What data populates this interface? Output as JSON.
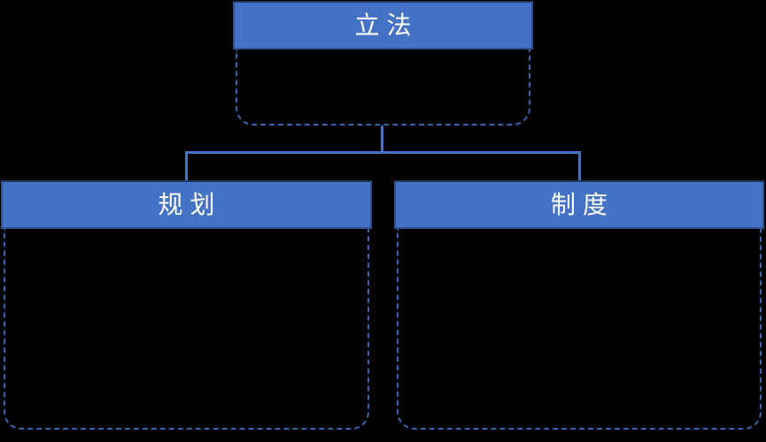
{
  "diagram": {
    "type": "hierarchy",
    "root": {
      "id": "legislation",
      "label": "立法"
    },
    "children": [
      {
        "id": "planning",
        "label": "规划"
      },
      {
        "id": "institution",
        "label": "制度"
      }
    ],
    "connector_style": "elbow"
  },
  "colors": {
    "background": "#000000",
    "header_fill": "#4472C4",
    "header_border": "#2F528F",
    "body_border": "#3A62AD",
    "connector": "#4472C4",
    "label_text": "#FFFFFF"
  }
}
